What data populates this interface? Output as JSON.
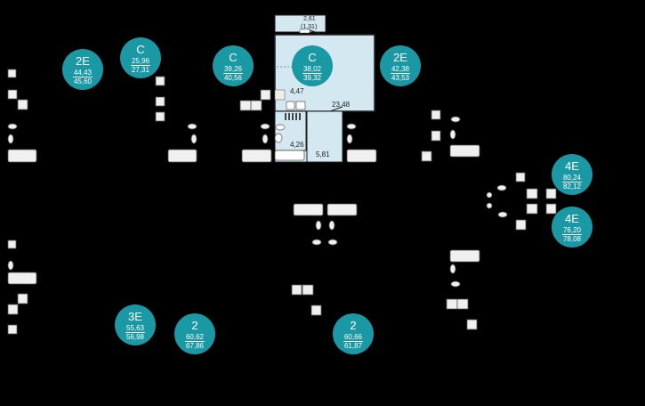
{
  "units": [
    {
      "code": "2E",
      "area_total": "44,43",
      "area_full": "45,60"
    },
    {
      "code": "C",
      "area_total": "25,96",
      "area_full": "27,31"
    },
    {
      "code": "C",
      "area_total": "39,26",
      "area_full": "40,56"
    },
    {
      "code": "C",
      "area_total": "38,02",
      "area_full": "39,32"
    },
    {
      "code": "2E",
      "area_total": "42,38",
      "area_full": "43,53"
    },
    {
      "code": "4E",
      "area_total": "80,24",
      "area_full": "82,12"
    },
    {
      "code": "4E",
      "area_total": "76,20",
      "area_full": "78,08"
    },
    {
      "code": "3E",
      "area_total": "55,63",
      "area_full": "56,98"
    },
    {
      "code": "2",
      "area_total": "60,62",
      "area_full": "67,86"
    },
    {
      "code": "2",
      "area_total": "60,66",
      "area_full": "61,87"
    }
  ],
  "selected_unit_rooms": [
    {
      "label": "2,61"
    },
    {
      "label": "(1,31)"
    },
    {
      "label": "4,47"
    },
    {
      "label": "23,48"
    },
    {
      "label": "4,26"
    },
    {
      "label": "5,81"
    }
  ],
  "colors": {
    "background": "#000000",
    "badge": "#1a98a4",
    "selected_fill": "#d4e8f2",
    "fixture_fill": "#f0f0f0",
    "fixture_stroke": "#555555"
  }
}
